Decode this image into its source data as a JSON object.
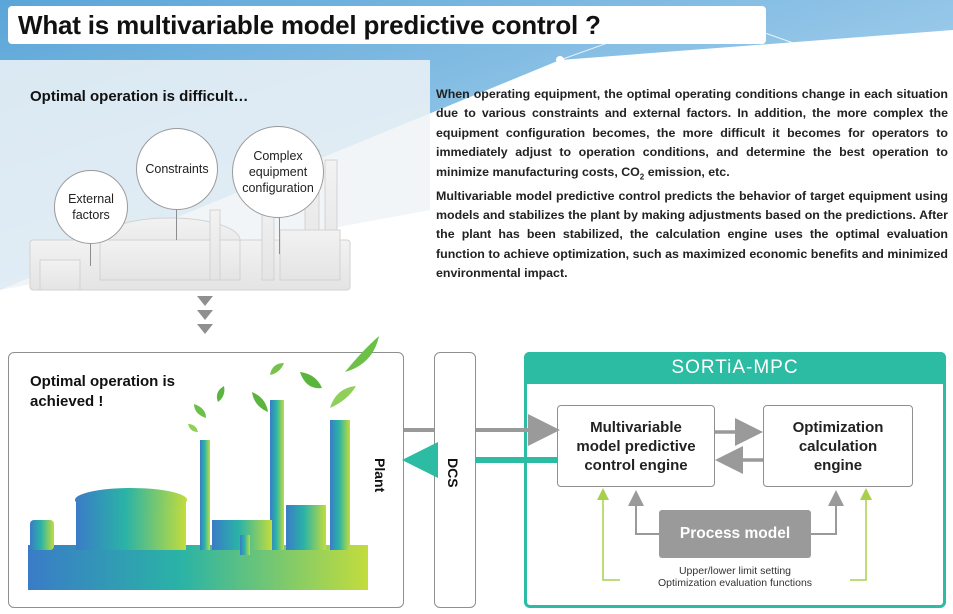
{
  "title": "What is multivariable model predictive control ?",
  "problem": {
    "heading": "Optimal operation is difficult…",
    "bubbles": [
      "External factors",
      "Constraints",
      "Complex equipment configuration"
    ]
  },
  "description": {
    "paragraph1_pre": "When operating equipment, the optimal operating conditions change in each situation due to various constraints and external factors. In addition, the more complex the equipment configuration becomes, the more difficult it becomes for operators to immediately adjust to operation conditions, and determine the best operation to minimize manufacturing costs, CO",
    "paragraph1_sub": "2",
    "paragraph1_post": " emission, etc.",
    "paragraph2": "Multivariable model predictive control predicts the behavior of target equipment using models and stabilizes the plant by making adjustments based on the predictions. After the plant has been stabilized, the calculation engine uses the optimal evaluation function to achieve optimization, such as maximized economic benefits and minimized environmental impact."
  },
  "solution": {
    "heading_line1": "Optimal operation is",
    "heading_line2": "achieved !",
    "plant_label": "Plant"
  },
  "dcs_label": "DCS",
  "mpc": {
    "header": "SORTiA-MPC",
    "engine_mpc": [
      "Multivariable",
      "model predictive",
      "control engine"
    ],
    "engine_opt": [
      "Optimization",
      "calculation",
      "engine"
    ],
    "process_model": "Process model",
    "limit_note_line1": "Upper/lower limit setting",
    "limit_note_line2": "Optimization evaluation functions"
  },
  "colors": {
    "accent_teal": "#2bbca3",
    "arrow_gray": "#9a9a9a",
    "feedback_green": "#a8d04a",
    "bg_blue": "#7fb8e0"
  }
}
